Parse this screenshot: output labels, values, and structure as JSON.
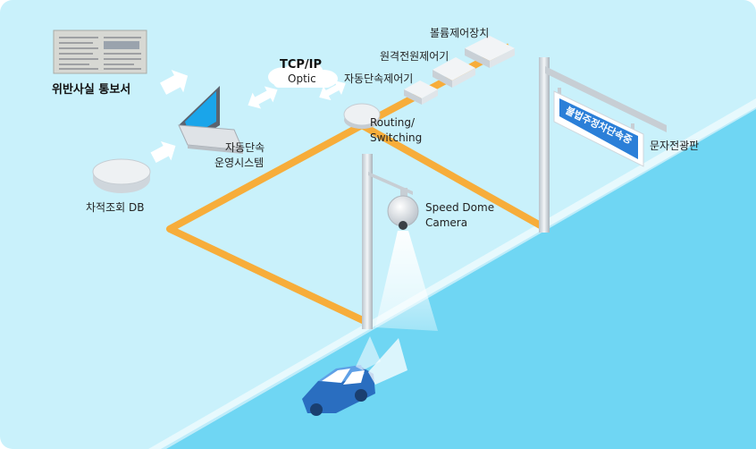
{
  "labels": {
    "violation_notice": "위반사실 통보서",
    "operating_system_line1": "자동단속",
    "operating_system_line2": "운영시스템",
    "vehicle_db": "차적조회 DB",
    "tcpip": "TCP/IP",
    "optic": "Optic",
    "router_line1": "Routing/",
    "router_line2": "Switching",
    "speed_dome_line1": "Speed Dome",
    "speed_dome_line2": "Camera",
    "auto_enforcement_controller": "자동단속제어기",
    "remote_power_controller": "원격전원제어기",
    "volume_controller": "볼륨제어장치",
    "text_sign_board": "문자전광판",
    "sign_message": "불법주정차단속중"
  },
  "colors": {
    "background": "#c9f1fb",
    "road": "#6fd6f3",
    "cable": "#f7ad3a",
    "car": "#2a6ec0",
    "sign_blue": "#2b7fd8"
  },
  "icons": {
    "document": "document-icon",
    "laptop": "laptop-icon",
    "database": "database-icon",
    "router": "router-icon",
    "camera": "dome-camera-icon",
    "car": "car-icon",
    "sign": "signboard-icon"
  }
}
